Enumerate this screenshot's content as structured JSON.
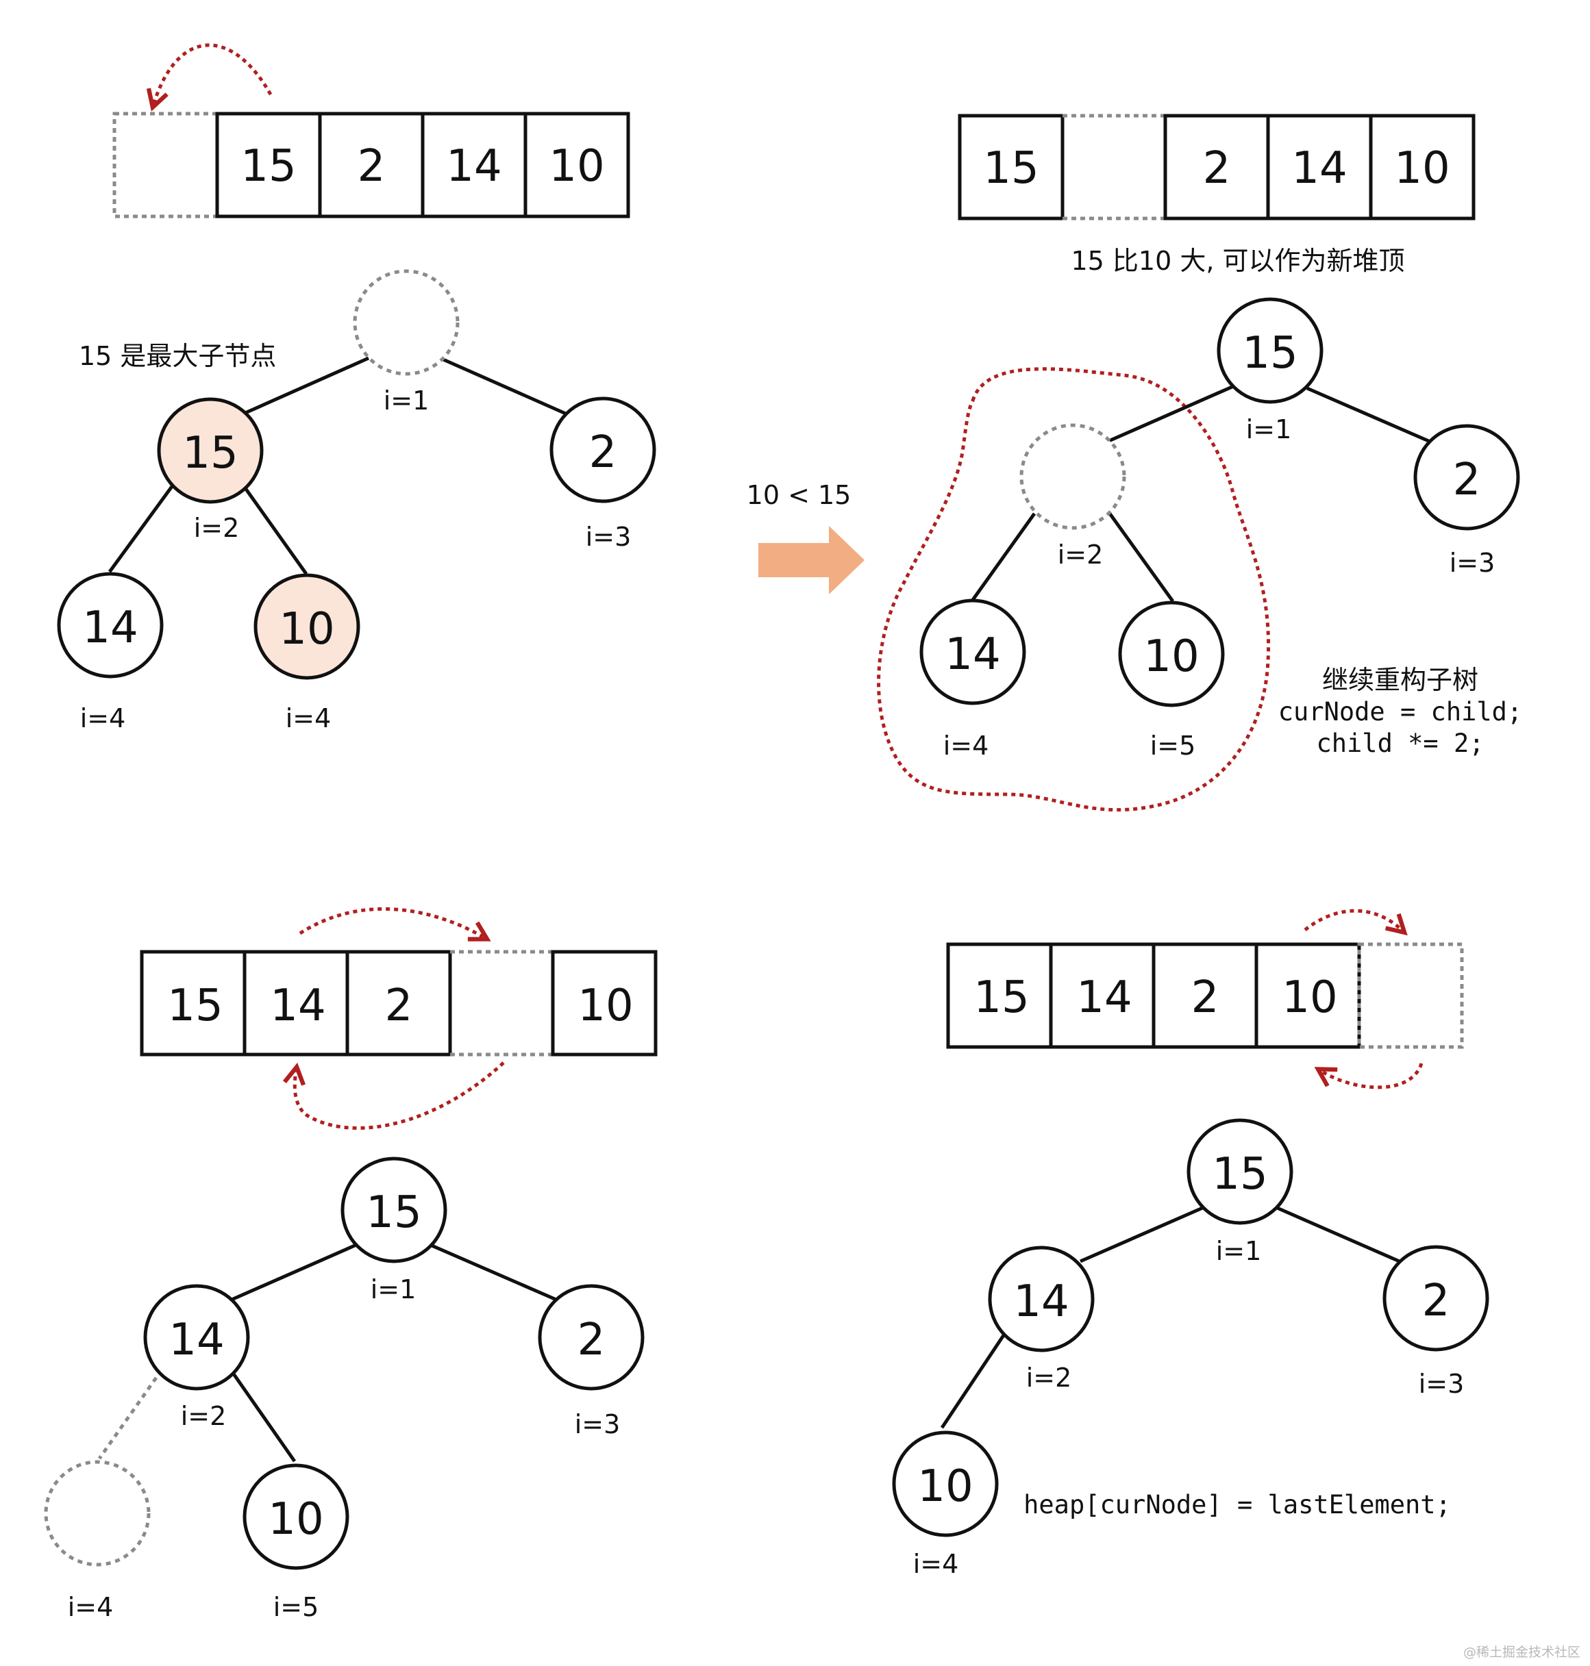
{
  "panels": {
    "top_left": {
      "array": [
        "15",
        "2",
        "14",
        "10"
      ],
      "caption": "15 是最大子节点",
      "nodes": [
        {
          "id": "root",
          "value": "",
          "index_label": "i=1",
          "style": "empty"
        },
        {
          "id": "n15",
          "value": "15",
          "index_label": "i=2",
          "style": "highlight"
        },
        {
          "id": "n2",
          "value": "2",
          "index_label": "i=3",
          "style": "normal"
        },
        {
          "id": "n14",
          "value": "14",
          "index_label": "i=4",
          "style": "normal"
        },
        {
          "id": "n10",
          "value": "10",
          "index_label": "i=4",
          "style": "highlight"
        }
      ]
    },
    "transition": {
      "label": "10 < 15"
    },
    "top_right": {
      "array_left": [
        "15"
      ],
      "array_right": [
        "2",
        "14",
        "10"
      ],
      "caption": "15 比10 大, 可以作为新堆顶",
      "note_lines": [
        "继续重构子树",
        "curNode = child;",
        "child *= 2;"
      ],
      "nodes": [
        {
          "id": "root",
          "value": "15",
          "index_label": "i=1",
          "style": "normal"
        },
        {
          "id": "empty2",
          "value": "",
          "index_label": "i=2",
          "style": "empty"
        },
        {
          "id": "n2",
          "value": "2",
          "index_label": "i=3",
          "style": "normal"
        },
        {
          "id": "n14",
          "value": "14",
          "index_label": "i=4",
          "style": "normal"
        },
        {
          "id": "n10",
          "value": "10",
          "index_label": "i=5",
          "style": "normal"
        }
      ]
    },
    "bottom_left": {
      "array_left": [
        "15",
        "14",
        "2"
      ],
      "array_right": [
        "10"
      ],
      "nodes": [
        {
          "id": "root",
          "value": "15",
          "index_label": "i=1",
          "style": "normal"
        },
        {
          "id": "n14",
          "value": "14",
          "index_label": "i=2",
          "style": "normal"
        },
        {
          "id": "n2",
          "value": "2",
          "index_label": "i=3",
          "style": "normal"
        },
        {
          "id": "empty4",
          "value": "",
          "index_label": "i=4",
          "style": "empty"
        },
        {
          "id": "n10",
          "value": "10",
          "index_label": "i=5",
          "style": "normal"
        }
      ]
    },
    "bottom_right": {
      "array": [
        "15",
        "14",
        "2",
        "10"
      ],
      "code": "heap[curNode] = lastElement;",
      "nodes": [
        {
          "id": "root",
          "value": "15",
          "index_label": "i=1",
          "style": "normal"
        },
        {
          "id": "n14",
          "value": "14",
          "index_label": "i=2",
          "style": "normal"
        },
        {
          "id": "n2",
          "value": "2",
          "index_label": "i=3",
          "style": "normal"
        },
        {
          "id": "n10",
          "value": "10",
          "index_label": "i=4",
          "style": "normal"
        }
      ]
    }
  },
  "watermark": "@稀土掘金技术社区",
  "colors": {
    "stroke": "#111111",
    "dashed_gray": "#8a8a8a",
    "highlight_fill": "#fbe5d8",
    "arrow_orange": "#f2ae82",
    "curve_red": "#b11f1f"
  }
}
